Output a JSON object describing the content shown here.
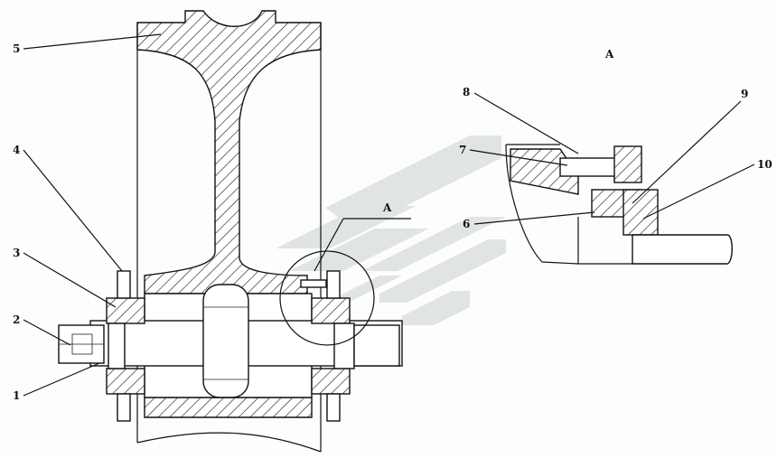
{
  "view_label": "A",
  "section_marker": "A",
  "callouts": {
    "c1": "1",
    "c2": "2",
    "c3": "3",
    "c4": "4",
    "c5": "5",
    "c6": "6",
    "c7": "7",
    "c8": "8",
    "c9": "9",
    "c10": "10"
  },
  "colors": {
    "line": "#111111",
    "watermark": "#cfd8d2"
  }
}
